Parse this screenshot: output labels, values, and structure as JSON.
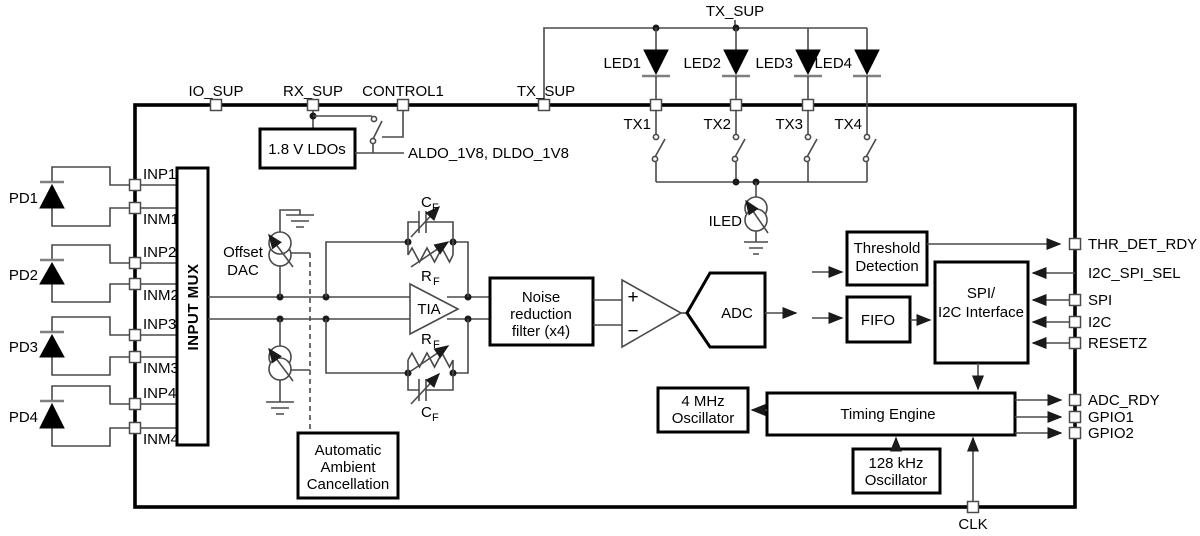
{
  "supply_pins": {
    "io_sup": "IO_SUP",
    "rx_sup": "RX_SUP",
    "control1": "CONTROL1",
    "tx_sup": "TX_SUP",
    "tx_sup_top": "TX_SUP"
  },
  "tx_pins": {
    "tx1": "TX1",
    "tx2": "TX2",
    "tx3": "TX3",
    "tx4": "TX4"
  },
  "leds": {
    "led1": "LED1",
    "led2": "LED2",
    "led3": "LED3",
    "led4": "LED4"
  },
  "photodiodes": {
    "pd1": "PD1",
    "pd2": "PD2",
    "pd3": "PD3",
    "pd4": "PD4"
  },
  "input_pins": {
    "inp1": "INP1",
    "inm1": "INM1",
    "inp2": "INP2",
    "inm2": "INM2",
    "inp3": "INP3",
    "inm3": "INM3",
    "inp4": "INP4",
    "inm4": "INM4"
  },
  "digital_pins": {
    "thr_det_rdy": "THR_DET_RDY",
    "i2c_spi_sel": "I2C_SPI_SEL",
    "spi": "SPI",
    "i2c": "I2C",
    "resetz": "RESETZ",
    "adc_rdy": "ADC_RDY",
    "gpio1": "GPIO1",
    "gpio2": "GPIO2",
    "clk": "CLK"
  },
  "blocks": {
    "ldo": "1.8 V LDOs",
    "input_mux": "INPUT MUX",
    "offset_dac_line1": "Offset",
    "offset_dac_line2": "DAC",
    "tia": "TIA",
    "noise_line1": "Noise",
    "noise_line2": "reduction",
    "noise_line3": "filter (x4)",
    "adc": "ADC",
    "threshold_line1": "Threshold",
    "threshold_line2": "Detection",
    "fifo": "FIFO",
    "spi_line1": "SPI/",
    "spi_line2": "I2C Interface",
    "timing": "Timing Engine",
    "osc4_line1": "4 MHz",
    "osc4_line2": "Oscillator",
    "osc128_line1": "128 kHz",
    "osc128_line2": "Oscillator",
    "aac_line1": "Automatic",
    "aac_line2": "Ambient",
    "aac_line3": "Cancellation"
  },
  "labels": {
    "aldo_dldo": "ALDO_1V8, DLDO_1V8",
    "iled": "ILED",
    "c": "C",
    "r": "R",
    "f_sub": "F",
    "plus": "+",
    "minus": "−"
  },
  "colors": {
    "background": "#ffffff",
    "wire": "#4a4a4a",
    "block_border": "#000000",
    "symbol_fill": "#000000"
  }
}
